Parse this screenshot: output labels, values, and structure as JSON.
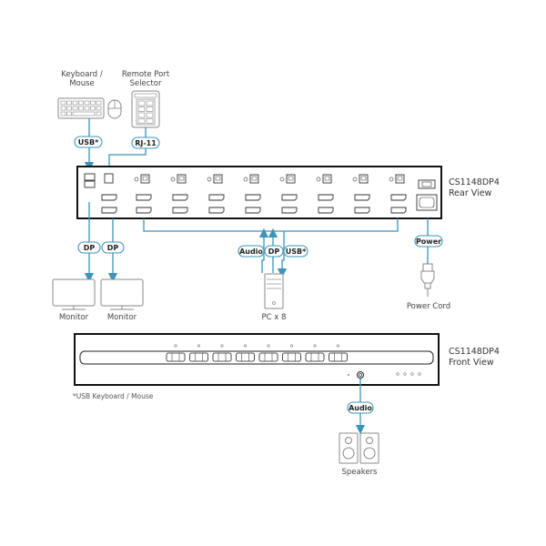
{
  "devices": {
    "keyboard_mouse": "Keyboard /",
    "keyboard_mouse_2": "Mouse",
    "remote_port": "Remote Port",
    "remote_port_2": "Selector",
    "monitor_1": "Monitor",
    "monitor_2": "Monitor",
    "pc": "PC x 8",
    "power_cord": "Power Cord",
    "speakers": "Speakers"
  },
  "connectors": {
    "usb": "USB*",
    "rj11": "RJ-11",
    "dp_1": "DP",
    "dp_2": "DP",
    "pc_audio": "Audio",
    "pc_dp": "DP",
    "pc_usb": "USB*",
    "power": "Power",
    "speaker_audio": "Audio"
  },
  "unit": {
    "rear_model": "CS1148DP4",
    "rear_view": "Rear View",
    "front_model": "CS1148DP4",
    "front_view": "Front View"
  },
  "footnote": "*USB Keyboard / Mouse",
  "colors": {
    "cable": "#3b94b9",
    "outline": "#111111"
  },
  "port_count": 8
}
